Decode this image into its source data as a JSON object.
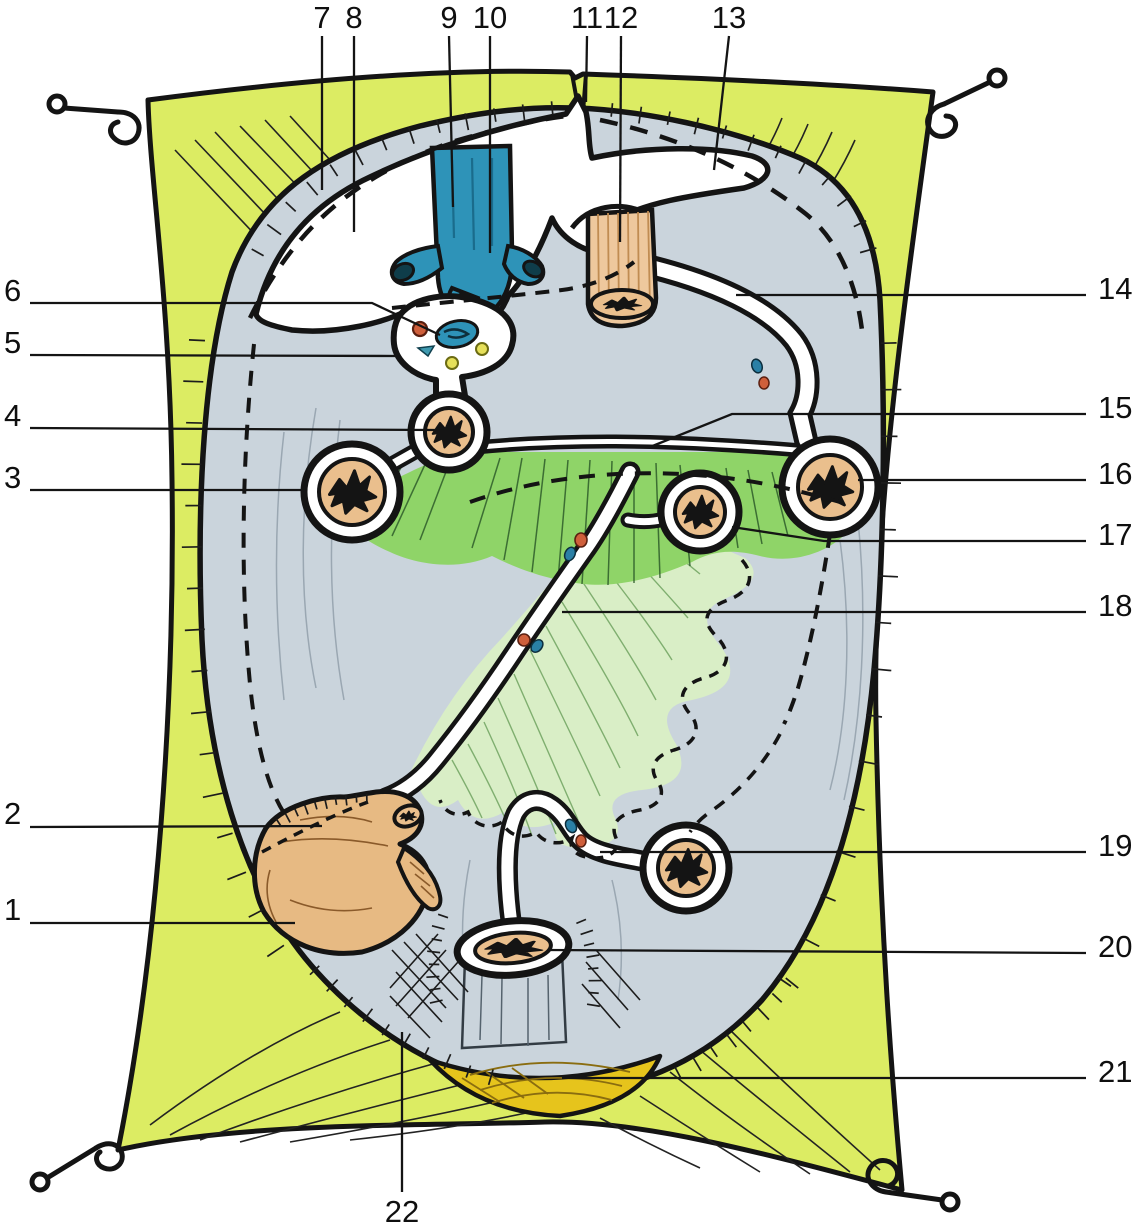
{
  "labels": [
    {
      "text": "1"
    },
    {
      "text": "2"
    },
    {
      "text": "3"
    },
    {
      "text": "4"
    },
    {
      "text": "5"
    },
    {
      "text": "6"
    },
    {
      "text": "7"
    },
    {
      "text": "8"
    },
    {
      "text": "9"
    },
    {
      "text": "10"
    },
    {
      "text": "11"
    },
    {
      "text": "12"
    },
    {
      "text": "13"
    },
    {
      "text": "14"
    },
    {
      "text": "15"
    },
    {
      "text": "16"
    },
    {
      "text": "17"
    },
    {
      "text": "18"
    },
    {
      "text": "19"
    },
    {
      "text": "20"
    },
    {
      "text": "21"
    },
    {
      "text": "22"
    }
  ],
  "icons": [
    {
      "name": "dissection-pin",
      "count": 4
    }
  ],
  "palette": {
    "background": "#ffffff",
    "skin": "#dcec63",
    "cavity": "#cad4dc",
    "white_field": "#ffffff",
    "mesocolon_green": "#8fd468",
    "mesentery_light_green": "#d9eec6",
    "stump_tan": "#eabf8d",
    "organ_tan": "#e7ba83",
    "esophagus_tan": "#eec89d",
    "vessel_blue": "#2e93b8",
    "vessel_opening_dark": "#0f3d4a",
    "bladder_yellow": "#e6c41c",
    "artery_red": "#cf5f3b",
    "vein_blue": "#2a80a6",
    "accent_yellow": "#e6e05a",
    "outline": "#141414"
  }
}
